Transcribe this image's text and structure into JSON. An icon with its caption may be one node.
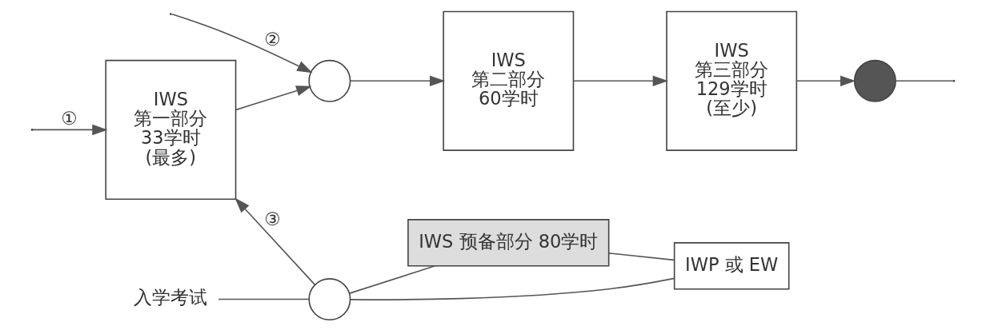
{
  "diagram": {
    "nodes": [
      {
        "text": [
          "IWS",
          "第一部分",
          "33学时",
          "(最多)"
        ]
      },
      {
        "text": [],
        "shape": "circle"
      },
      {
        "text": [
          "IWS",
          "第二部分",
          "60学时"
        ]
      },
      {
        "text": [
          "IWS",
          "第三部分",
          "129学时",
          "(至少)"
        ]
      },
      {
        "text": [],
        "shape": "circle"
      },
      {
        "text": [
          "入学考试"
        ]
      },
      {
        "text": [],
        "shape": "circle"
      },
      {
        "text": [
          "IWS 预备部分 80学时"
        ]
      },
      {
        "text": [
          "IWP 或 EW"
        ]
      }
    ],
    "edges": [
      {
        "from": null,
        "to": 0,
        "arrow": "to",
        "label": "①"
      },
      {
        "from": null,
        "to": 1,
        "arrow": "to",
        "label": "②"
      },
      {
        "from": 0,
        "to": 1,
        "arrow": "to"
      },
      {
        "from": 1,
        "to": 2,
        "arrow": "to"
      },
      {
        "from": 2,
        "to": 3,
        "arrow": "to"
      },
      {
        "from": 3,
        "to": 4,
        "arrow": "to"
      },
      {
        "from": 4,
        "to": null,
        "arrow": "none"
      },
      {
        "from": 5,
        "to": 6,
        "arrow": "none"
      },
      {
        "from": 6,
        "to": 0,
        "arrow": "to",
        "label": "③"
      },
      {
        "from": 6,
        "to": 7,
        "arrow": "none"
      },
      {
        "from": 7,
        "to": 8,
        "arrow": "none"
      },
      {
        "from": 6,
        "to": 8,
        "arrow": "none"
      }
    ]
  }
}
